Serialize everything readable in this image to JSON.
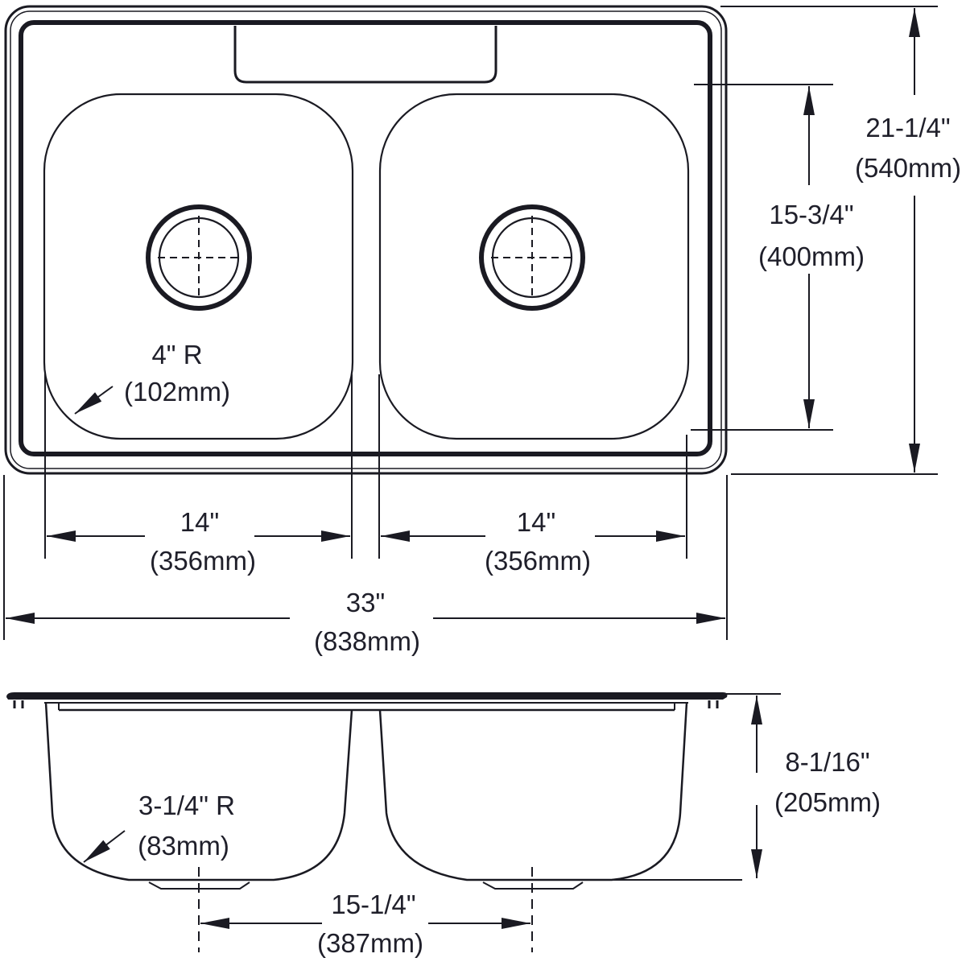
{
  "diagram": {
    "title": "Double bowl sink dimension drawing",
    "ink_color": "#1a1a22",
    "background": "#ffffff",
    "top_view": {
      "overall_width": {
        "imperial": "33\"",
        "metric": "(838mm)"
      },
      "overall_depth": {
        "imperial": "21-1/4\"",
        "metric": "(540mm)"
      },
      "bowl_depth": {
        "imperial": "15-3/4\"",
        "metric": "(400mm)"
      },
      "left_bowl_width": {
        "imperial": "14\"",
        "metric": "(356mm)"
      },
      "right_bowl_width": {
        "imperial": "14\"",
        "metric": "(356mm)"
      },
      "corner_radius": {
        "imperial": "4\" R",
        "metric": "(102mm)"
      }
    },
    "side_view": {
      "bowl_height": {
        "imperial": "8-1/16\"",
        "metric": "(205mm)"
      },
      "bottom_radius": {
        "imperial": "3-1/4\" R",
        "metric": "(83mm)"
      },
      "drain_spacing": {
        "imperial": "15-1/4\"",
        "metric": "(387mm)"
      }
    }
  }
}
